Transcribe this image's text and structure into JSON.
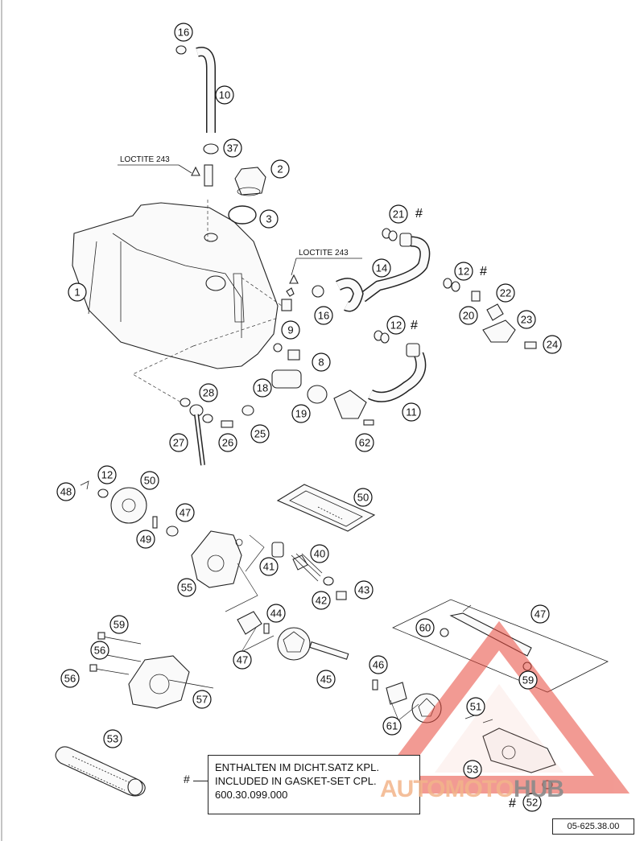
{
  "labels": {
    "loctite_1": "LOCTITE 243",
    "loctite_2": "LOCTITE 243"
  },
  "callouts": [
    "16",
    "10",
    "37",
    "2",
    "3",
    "1",
    "21",
    "14",
    "16",
    "12",
    "12",
    "20",
    "22",
    "23",
    "24",
    "9",
    "8",
    "18",
    "19",
    "11",
    "62",
    "28",
    "25",
    "26",
    "27",
    "12",
    "50",
    "48",
    "49",
    "47",
    "50",
    "55",
    "40",
    "41",
    "42",
    "43",
    "44",
    "47",
    "45",
    "46",
    "47",
    "60",
    "59",
    "59",
    "56",
    "56",
    "57",
    "53",
    "61",
    "51",
    "53",
    "52",
    "54"
  ],
  "hash_symbol": "#",
  "note": {
    "line1": "ENTHALTEN IM DICHT.SATZ KPL.",
    "line2": "INCLUDED IN GASKET-SET CPL.",
    "line3": "600.30.099.000"
  },
  "doc_number": "05-625.38.00",
  "watermark": {
    "part1": "AUTOMOTO",
    "part2": "HUB"
  },
  "colors": {
    "watermark_red": "#e8493c",
    "watermark_orange": "#f3b48a",
    "watermark_gray": "#8a8a8a"
  }
}
